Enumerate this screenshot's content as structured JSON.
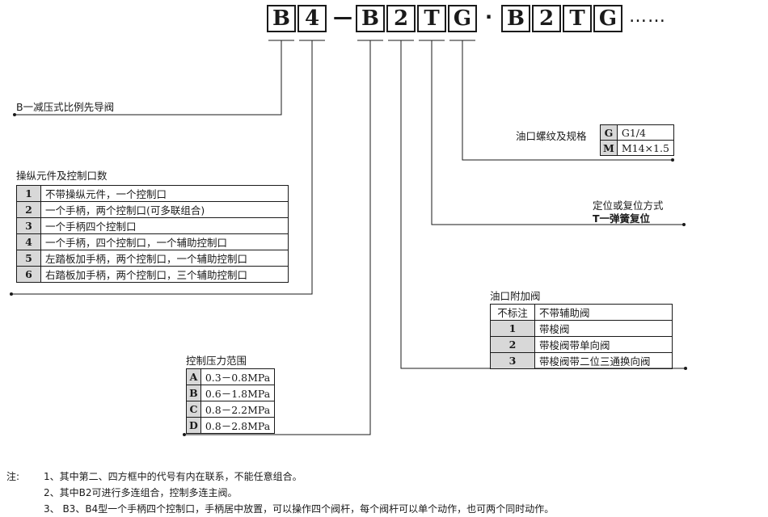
{
  "code": {
    "chars": [
      "B",
      "4",
      "B",
      "2",
      "T",
      "G",
      "B",
      "2",
      "T",
      "G"
    ],
    "dash": "—",
    "dot": "·",
    "dots": "……"
  },
  "valve_label": "B一减压式比例先导阀",
  "operating_elements": {
    "title": "操纵元件及控制口数",
    "rows": [
      {
        "code": "1",
        "desc": "不带操纵元件，一个控制口"
      },
      {
        "code": "2",
        "desc": "一个手柄，两个控制口(可多联组合)"
      },
      {
        "code": "3",
        "desc": "一个手柄四个控制口"
      },
      {
        "code": "4",
        "desc": "一个手柄，四个控制口，一个辅助控制口"
      },
      {
        "code": "5",
        "desc": "左踏板加手柄，两个控制口，一个辅助控制口"
      },
      {
        "code": "6",
        "desc": "右踏板加手柄，两个控制口，三个辅助控制口"
      }
    ]
  },
  "pressure_range": {
    "title": "控制压力范围",
    "rows": [
      {
        "code": "A",
        "value": "0.3－0.8MPa"
      },
      {
        "code": "B",
        "value": "0.6－1.8MPa"
      },
      {
        "code": "C",
        "value": "0.8－2.2MPa"
      },
      {
        "code": "D",
        "value": "0.8－2.8MPa"
      }
    ]
  },
  "port_thread": {
    "title": "油口螺纹及规格",
    "rows": [
      {
        "code": "G",
        "value": "G1/4"
      },
      {
        "code": "M",
        "value": "M14×1.5"
      }
    ]
  },
  "positioning": {
    "title": "定位或复位方式",
    "line2": "T一弹簧复位"
  },
  "port_valve": {
    "title": "油口附加阀",
    "rows": [
      {
        "code": "不标注",
        "desc": "不带辅助阀"
      },
      {
        "code": "1",
        "desc": "带梭阀"
      },
      {
        "code": "2",
        "desc": "带梭阀带单向阀"
      },
      {
        "code": "3",
        "desc": "带梭阀带二位三通换向阀"
      }
    ]
  },
  "notes": {
    "prefix": "注:",
    "items": [
      "1、其中第二、四方框中的代号有内在联系，不能任意组合。",
      "2、其中B2可进行多连组合，控制多连主阀。",
      "3、 B3、B4型一个手柄四个控制口，手柄居中放置，可以操作四个阀杆，每个阀杆可以单个动作，也可两个同时动作。"
    ]
  }
}
